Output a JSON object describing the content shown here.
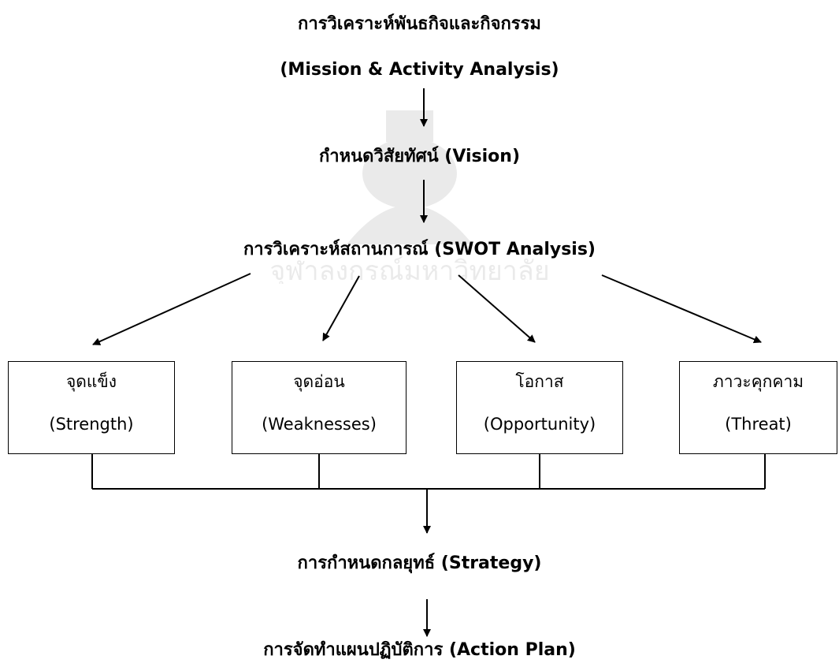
{
  "nodes": {
    "mission": {
      "line1": "การวิเคราะห์พันธกิจและกิจกรรม",
      "line2": "(Mission & Activity Analysis)"
    },
    "vision": "กำหนดวิสัยทัศน์ (Vision)",
    "swot": "การวิเคราะห์สถานการณ์ (SWOT Analysis)",
    "strategy": "การกำหนดกลยุทธ์ (Strategy)",
    "action_plan": "การจัดทำแผนปฏิบัติการ (Action Plan)"
  },
  "swot_boxes": [
    {
      "th": "จุดแข็ง",
      "en": "(Strength)"
    },
    {
      "th": "จุดอ่อน",
      "en": "(Weaknesses)"
    },
    {
      "th": "โอกาส",
      "en": "(Opportunity)"
    },
    {
      "th": "ภาวะคุกคาม",
      "en": "(Threat)"
    }
  ],
  "watermark": {
    "text": "จุฬาลงกรณ์มหาวิทยาลัย",
    "icon": "university-seal-icon"
  }
}
